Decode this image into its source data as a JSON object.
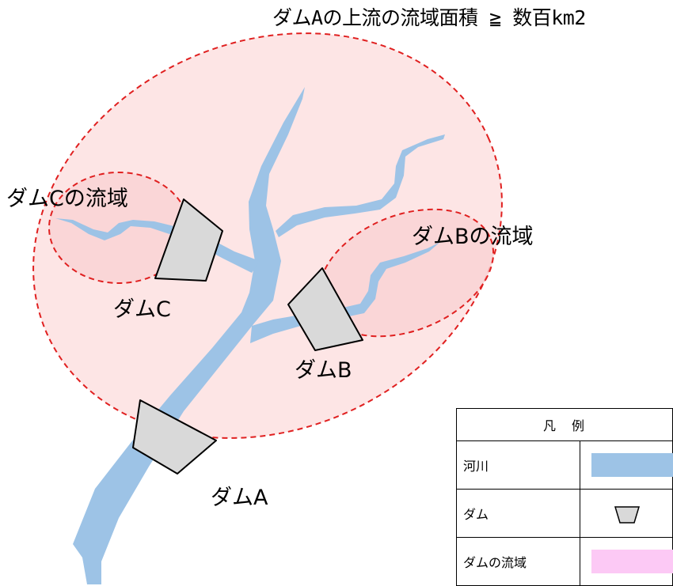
{
  "title": "ダムAの上流の流域面積 ≧ 数百km2",
  "labels": {
    "basin_c": "ダムCの流域",
    "basin_b": "ダムBの流域",
    "dam_c": "ダムC",
    "dam_b": "ダムB",
    "dam_a": "ダムA"
  },
  "legend": {
    "header": "凡　例",
    "rows": [
      {
        "name": "河川",
        "icon": "river-swatch"
      },
      {
        "name": "ダム",
        "icon": "dam-trapezoid"
      },
      {
        "name": "ダムの流域",
        "icon": "basin-swatch"
      }
    ]
  },
  "colors": {
    "river": "#9dc3e6",
    "basin_fill": "#fde5e5",
    "basin_outline": "#e02020",
    "dam": "#d9d9d9",
    "legend_basin": "#fcc9f5"
  }
}
